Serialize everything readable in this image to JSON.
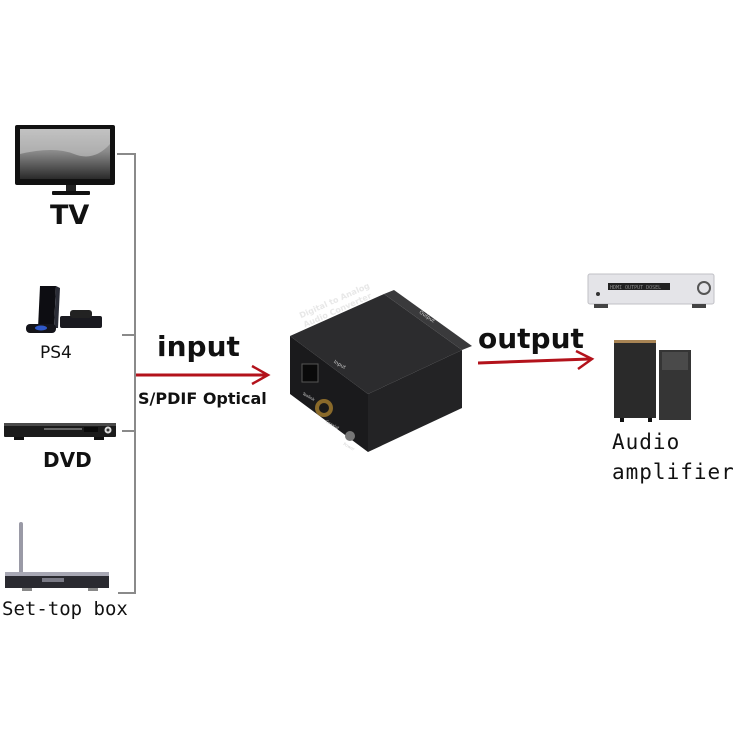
{
  "diagram": {
    "sources": [
      {
        "id": "tv",
        "label": "TV",
        "icon": "tv-icon"
      },
      {
        "id": "ps4",
        "label": "PS4",
        "icon": "game-console-icon"
      },
      {
        "id": "dvd",
        "label": "DVD",
        "icon": "dvd-player-icon"
      },
      {
        "id": "settop",
        "label": "Set-top box",
        "icon": "set-top-box-icon"
      }
    ],
    "input": {
      "label": "input",
      "sublabel": "S/PDIF Optical",
      "arrow_color": "#b3121b"
    },
    "converter": {
      "title_line1": "Digital to Analog",
      "title_line2": "Audio Converter",
      "port_input": "Input",
      "port_output": "Output",
      "port_optical": "Toslink",
      "port_coaxial": "Coaxial",
      "port_power": "Power",
      "icon": "converter-box-icon"
    },
    "output": {
      "label": "output",
      "arrow_color": "#b3121b"
    },
    "destination": {
      "label_line1": "Audio",
      "label_line2": "amplifier",
      "receiver_display": "HDMI  OUTPUT DOSEL",
      "icons": [
        "av-receiver-icon",
        "speakers-icon"
      ]
    },
    "colors": {
      "bus_line": "#8a8a8a",
      "arrow": "#b3121b",
      "text": "#111111"
    }
  }
}
